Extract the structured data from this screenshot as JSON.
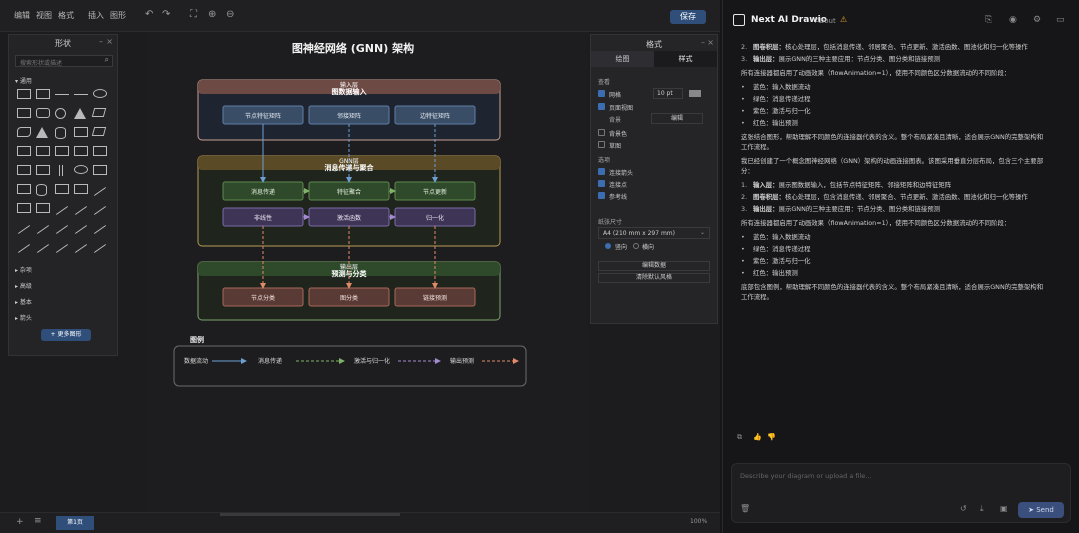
{
  "menu": {
    "items": [
      "编辑",
      "视图",
      "格式",
      "插入",
      "图形"
    ]
  },
  "toolbar": {
    "save_label": "保存"
  },
  "shapes": {
    "title": "形状",
    "search_placeholder": "搜索形状或描述",
    "section_general": "通用",
    "sections": [
      "杂项",
      "高级",
      "基本",
      "箭头"
    ],
    "more_button": "+ 更多图形"
  },
  "diagram": {
    "title": "图神经网络 (GNN) 架构",
    "input_layer": {
      "label": "输入层",
      "sublabel": "图数据输入",
      "nodes": [
        "节点特征矩阵",
        "邻接矩阵",
        "边特征矩阵"
      ]
    },
    "gnn_layer": {
      "label": "GNN层",
      "sublabel": "消息传递与聚合",
      "row1": [
        "消息传递",
        "特征聚合",
        "节点更新"
      ],
      "row2": [
        "非线性",
        "激活函数",
        "归一化"
      ]
    },
    "output_layer": {
      "label": "输出层",
      "sublabel": "预测与分类",
      "nodes": [
        "节点分类",
        "图分类",
        "链接预测"
      ]
    },
    "legend": {
      "title": "图例",
      "items": [
        "数据流动",
        "消息传递",
        "激活与归一化",
        "输出预测"
      ]
    }
  },
  "format": {
    "title": "格式",
    "tabs": [
      "绘图",
      "样式"
    ],
    "view_label": "查看",
    "grid": "网格",
    "grid_size": "10 pt",
    "page_view": "页面视图",
    "background": "背景",
    "background_btn": "编辑",
    "shadow": "背景色",
    "sketch": "草图",
    "options_label": "选项",
    "connection_arrows": "连接箭头",
    "connection_points": "连接点",
    "guides": "参考线",
    "page_size_label": "纸张尺寸",
    "page_size": "A4 (210 mm x 297 mm)",
    "portrait": "竖向",
    "landscape": "横向",
    "edit_data": "编辑数据",
    "clear_style": "清除默认风格"
  },
  "bottom": {
    "page_tab": "第1页",
    "zoom": "100%"
  },
  "chat": {
    "title": "Next AI Drawio",
    "about": "About",
    "intro_items": [
      {
        "n": "2.",
        "b": "图卷积层：",
        "t": "核心处理层，包括消息传递、邻居聚合、节点更新、激活函数、图池化和归一化等操作"
      },
      {
        "n": "3.",
        "b": "输出层：",
        "t": "展示GNN的三种主要应用：节点分类、图分类和链接预测"
      }
    ],
    "p1": "所有连接器都启用了动画效果（flowAnimation=1），使用不同颜色区分数据流动的不同阶段：",
    "colors1": [
      "蓝色：输入数据流动",
      "绿色：消息传递过程",
      "紫色：激活与归一化",
      "红色：输出预测"
    ],
    "p2": "这张结合图形，帮助理解不同颜色的连接器代表的含义。整个布局紧凑且清晰，适合展示GNN的完整架构和工作流程。",
    "p3": "我已经创建了一个概念图神经网络（GNN）架构的动画连接图表。该图采用垂直分层布局，包含三个主要部分：",
    "items2": [
      {
        "n": "1.",
        "b": "输入层：",
        "t": "展示图数据输入，包括节点特征矩阵、邻接矩阵和边特征矩阵"
      },
      {
        "n": "2.",
        "b": "图卷积层：",
        "t": "核心处理层，包含消息传递、邻居聚合、节点更新、激活函数、图池化和归一化等操作"
      },
      {
        "n": "3.",
        "b": "输出层：",
        "t": "展示GNN的三种主要应用：节点分类、图分类和链接预测"
      }
    ],
    "p4": "所有连接器都启用了动画效果（flowAnimation=1），使用不同颜色区分数据流动的不同阶段：",
    "colors2": [
      "蓝色：输入数据流动",
      "绿色：消息传递过程",
      "紫色：激活与归一化",
      "红色：输出预测"
    ],
    "p5": "底部包含图例，帮助理解不同颜色的连接器代表的含义。整个布局紧凑且清晰，适合展示GNN的完整架构和工作流程。",
    "input_placeholder": "Describe your diagram or upload a file...",
    "send": "Send"
  }
}
